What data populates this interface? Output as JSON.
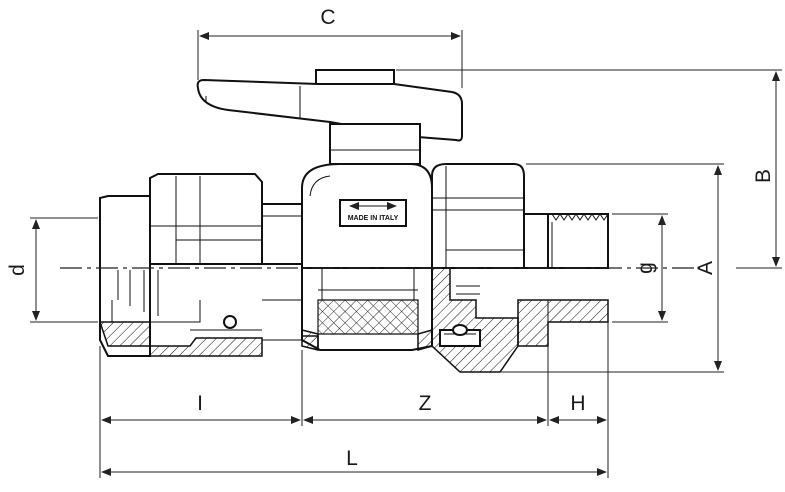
{
  "diagram": {
    "labels": {
      "C": "C",
      "B": "B",
      "A": "A",
      "d": "d",
      "g": "g",
      "I": "I",
      "Z": "Z",
      "H": "H",
      "L": "L"
    },
    "marking": "MADE IN ITALY"
  }
}
